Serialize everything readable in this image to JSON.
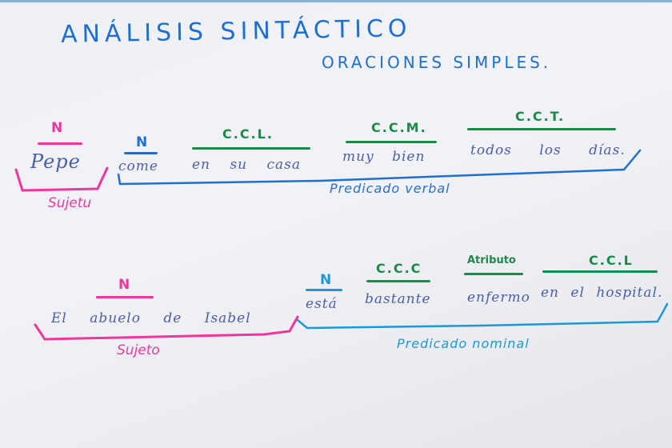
{
  "board": {
    "title": "ANÁLISIS SINTÁCTICO",
    "subtitle": "ORACIONES SIMPLES."
  },
  "sentence_1": {
    "subject": {
      "words": "Pepe",
      "nucleus_label": "N",
      "caption": "Sujetu"
    },
    "predicate": {
      "caption": "Predicado verbal",
      "parts": [
        {
          "label": "N",
          "words": "come"
        },
        {
          "label": "C.C.L.",
          "words": "en su casa"
        },
        {
          "label": "C.C.M.",
          "words": "muy bien"
        },
        {
          "label": "C.C.T.",
          "words": "todos los días."
        }
      ]
    }
  },
  "sentence_2": {
    "subject": {
      "words": "El abuelo de Isabel",
      "nucleus_label": "N",
      "caption": "Sujeto"
    },
    "predicate": {
      "caption": "Predicado nominal",
      "parts": [
        {
          "label": "N",
          "words": "está"
        },
        {
          "label": "C.C.C",
          "words": "bastante"
        },
        {
          "label": "Atributo",
          "words": "enfermo"
        },
        {
          "label": "C.C.L",
          "words": "en el hospital."
        }
      ]
    }
  },
  "colors": {
    "title_blue": "#1f6fd0",
    "subject_pink": "#f2359e",
    "complement_green": "#1a8a4a",
    "predicate_cyan": "#1a98d8",
    "word_ink": "#4d5ea8"
  }
}
